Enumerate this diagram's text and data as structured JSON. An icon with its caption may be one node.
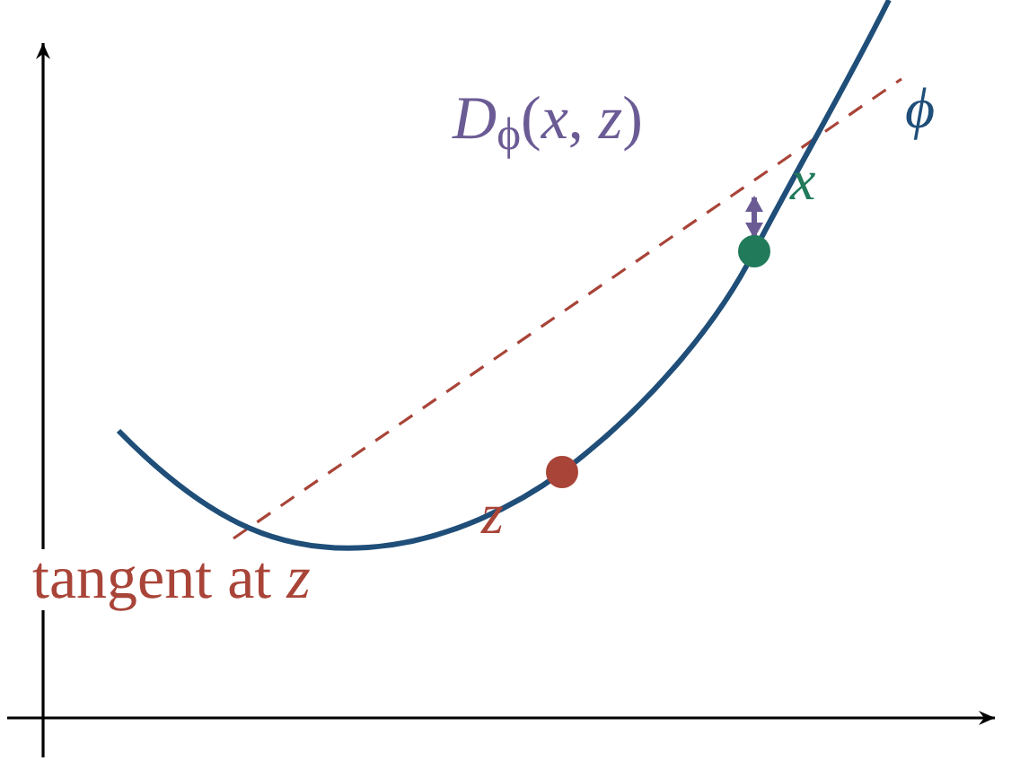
{
  "diagram": {
    "labels": [
      "*D*$_{ϕ}$(*x*, *z*)",
      "ϕ",
      "x",
      "z",
      "tangent at *z*"
    ]
  }
}
